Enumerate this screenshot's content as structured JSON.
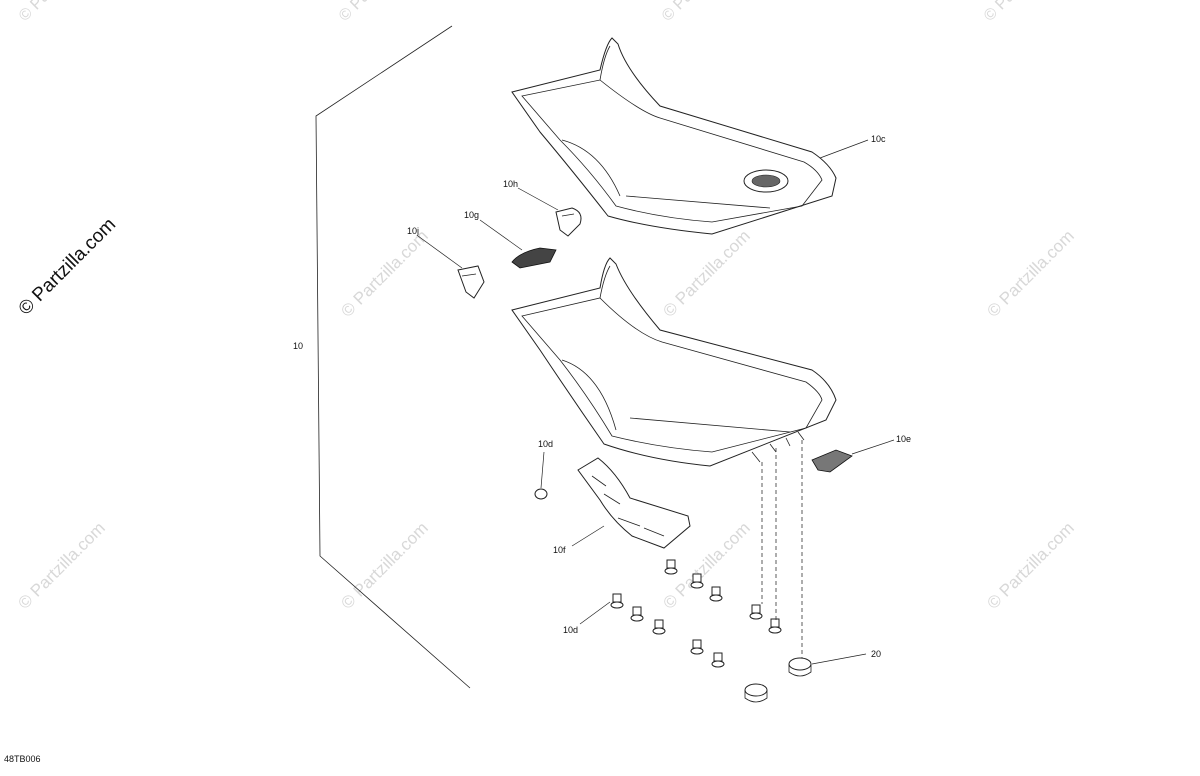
{
  "brand": {
    "copyright_text": "© Partzilla.com"
  },
  "watermark_text": "© Partzilla.com",
  "diagram_id": "48TB006",
  "callouts": {
    "assembly": "10",
    "seat_cover": "10c",
    "hook_h": "10h",
    "hook_g": "10g",
    "clip_j": "10j",
    "nut_upper": "10d",
    "latch": "10e",
    "foam_pad": "10f",
    "nut_lower": "10d",
    "grommet": "20"
  }
}
